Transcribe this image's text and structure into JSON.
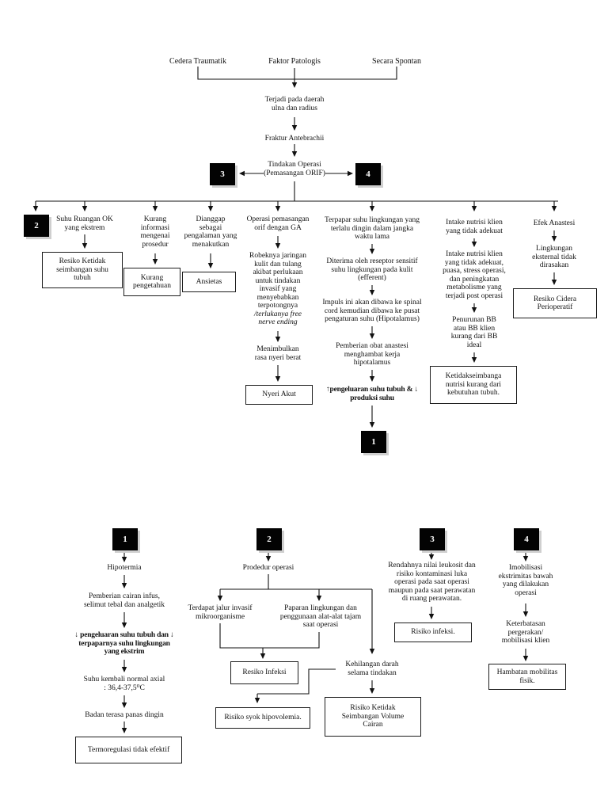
{
  "colors": {
    "line": "#111111",
    "badge_bg": "#000000",
    "badge_fg": "#ffffff"
  },
  "badges": {
    "b1": "1",
    "b2": "2",
    "b3": "3",
    "b4": "4"
  },
  "nodes": {
    "cedera": "Cedera Traumatik",
    "faktor": "Faktor Patologis",
    "spontan": "Secara Spontan",
    "terjadi": "Terjadi pada daerah\nulna dan radius",
    "fraktur": "Fraktur Antebrachii",
    "tindakan": "Tindakan Operasi\n(Pemasangan ORIF)",
    "suhu_ruangan": "Suhu Ruangan OK\nyang ekstrem",
    "resiko_suhu": "Resiko Ketidak\nseimbangan suhu\ntubuh",
    "kurang_info": "Kurang\ninformasi\nmengenai\nprosedur",
    "kurang_pengetahuan": "Kurang\npengetahuan",
    "dianggap": "Dianggap\nsebagai\npengalaman yang\nmenakutkan",
    "ansietas": "Ansietas",
    "operasi_ga": "Operasi pemasangan\norif dengan GA",
    "robek_main": "Robeknya jaringan\nkulit dan tulang\nakibat perlukaan\nuntuk tindakan\ninvasif yang\nmenyebabkan\nterpotongnya\n",
    "robek_italic": "/terlukanya free\nnerve ending",
    "menimbulkan": "Menimbulkan\nrasa nyeri  berat",
    "nyeri_akut": "Nyeri Akut",
    "terpapar": "Terpapar suhu lingkungan yang\nterlalu dingin dalam jangka\nwaktu lama",
    "diterima": "Diterima oleh reseptor sensitif\nsuhu lingkungan pada kulit\n(efferent)",
    "impuls": "Impuls ini akan dibawa ke spinal\ncord kemudian dibawa ke pusat\npengaturan suhu (Hipotalamus)",
    "pemberian_anastesi": "Pemberian obat anastesi\nmenghambat kerja\nhipotalamus",
    "pengeluaran_naik": "↑pengeluaran suhu tubuh & ↓\nproduksi suhu",
    "intake1": "Intake nutrisi klien\nyang tidak adekuat",
    "intake2": "Intake nutrisi klien\nyang tidak adekuat,\npuasa, stress operasi,\ndan peningkatan\nmetabolisme yang\nterjadi post operasi",
    "penurunan": "Penurunan BB\natau BB klien\nkurang dari BB\nideal",
    "ketidakseimbangan": "Ketidakseimbanga\nnutrisi kurang dari\nkebutuhan tubuh.",
    "efek": "Efek Anastesi",
    "lingkungan": "Lingkungan\neksternal tidak\ndirasakan",
    "resiko_cidera": "Resiko Cidera\nPerioperatif",
    "hipotermia": "Hipotermia",
    "pemberian_cairan": "Pemberian cairan infus,\nselimut tebal dan analgetik",
    "pengeluaran_turun": "↓ pengeluaran suhu tubuh dan ↓\nterpaparnya suhu lingkungan\nyang ekstrim",
    "suhu_kembali": "Suhu kembali normal axial\n: 36,4-37,5⁰C",
    "badan": "Badan terasa panas dingin",
    "termoregulasi": "Termoregulasi tidak efektif",
    "prodedur": "Prodedur operasi",
    "terdapat": "Terdapat jalur invasif\nmikroorganisme",
    "paparan": "Paparan lingkungan dan\npenggunaan alat-alat tajam\nsaat operasi",
    "resiko_infeksi": "Resiko Infeksi",
    "kehilangan": "Kehilangan darah\nselama tindakan",
    "risiko_syok": "Risiko syok hipovolemia.",
    "risiko_volume": "Risiko Ketidak\nSeimbangan Volume\nCairan",
    "rendahnya": "Rendahnya nilai leukosit dan\nrisiko kontaminasi luka\noperasi pada saat operasi\nmaupun pada saat perawatan\ndi ruang perawatan.",
    "risiko_infeksi2": "Risiko infeksi.",
    "imobilisasi": "Imobilisasi\nekstrimitas bawah\nyang dilakukan\noperasi",
    "keterbatasan": "Keterbatasan\npergerakan/\nmobilisasi klien",
    "hambatan": "Hambatan mobilitas\nfisik."
  }
}
